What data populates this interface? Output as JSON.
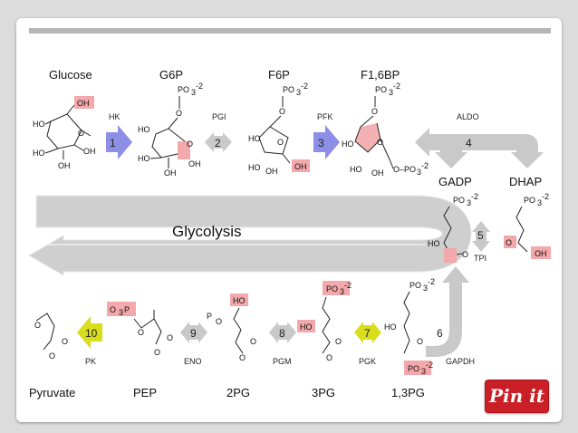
{
  "labels": {
    "glucose": "Glucose",
    "g6p": "G6P",
    "f6p": "F6P",
    "f16bp": "F1,6BP",
    "gadp": "GADP",
    "dhap": "DHAP",
    "pyruvate": "Pyruvate",
    "pep": "PEP",
    "pg2": "2PG",
    "pg3": "3PG",
    "bpg13": "1,3PG",
    "glycolysis": "Glycolysis"
  },
  "enzymes": {
    "hk": "HK",
    "pgi": "PGI",
    "pfk": "PFK",
    "aldo": "ALDO",
    "tpi": "TPI",
    "gapdh": "GAPDH",
    "pgk": "PGK",
    "pgm": "PGM",
    "eno": "ENO",
    "pk": "PK"
  },
  "steps": {
    "s1": "1",
    "s2": "2",
    "s3": "3",
    "s4": "4",
    "s5": "5",
    "s6": "6",
    "s7": "7",
    "s8": "8",
    "s9": "9",
    "s10": "10"
  },
  "chem": {
    "oh": "OH",
    "ho": "HO",
    "o": "O",
    "po3": "PO",
    "po3_sub": "3",
    "po3_sup": "-2",
    "o_po3": "O–PO",
    "o3p_pre": "-2",
    "o3p": "O",
    "o3p_sub": "3",
    "o3p_p": "P",
    "neg_o": "O",
    "minus": "-"
  },
  "button": {
    "pin": "Pin it"
  },
  "colors": {
    "highlight": "#f3a9ab",
    "arrow_blue": "#8d8fe6",
    "arrow_yellow": "#d8dd1c",
    "arrow_gray": "#c9c9c9",
    "band_gray": "#cfcfcf",
    "pin_red": "#cb1f27"
  },
  "icons": {
    "step_arrow": "right-arrow-icon",
    "reversible": "double-arrow-icon",
    "pinterest": "pinterest-logo"
  }
}
